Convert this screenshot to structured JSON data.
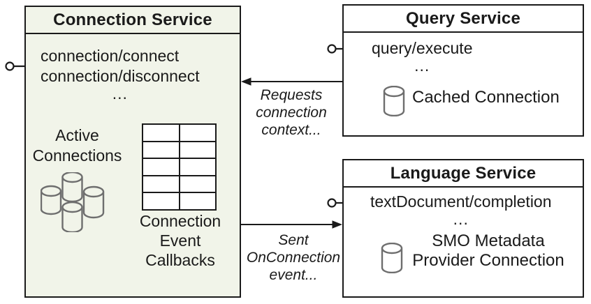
{
  "connection_service": {
    "title": "Connection Service",
    "methods": [
      "connection/connect",
      "connection/disconnect"
    ],
    "ellipsis": "...",
    "active_connections_label": [
      "Active",
      "Connections"
    ],
    "callbacks_label": [
      "Connection",
      "Event",
      "Callbacks"
    ]
  },
  "query_service": {
    "title": "Query Service",
    "methods": [
      "query/execute"
    ],
    "ellipsis": "...",
    "cached_connection_label": "Cached Connection"
  },
  "language_service": {
    "title": "Language Service",
    "methods": [
      "textDocument/completion"
    ],
    "ellipsis": "...",
    "metadata_label": [
      "SMO Metadata",
      "Provider Connection"
    ]
  },
  "arrow_labels": {
    "requests": [
      "Requests",
      "connection",
      "context..."
    ],
    "sent": [
      "Sent",
      "OnConnection",
      "event..."
    ]
  },
  "icons": {
    "active_connections": "database-cluster-icon",
    "callback_table": "table-grid-icon",
    "cached_connection": "database-icon",
    "smo_metadata": "database-icon",
    "interface_connector": "lollipop-interface-icon"
  },
  "colors": {
    "connection_box_bg": "#f1f4e9",
    "service_box_bg": "#ffffff",
    "border": "#1a1a1a",
    "icon_stroke": "#6e6e6e"
  }
}
